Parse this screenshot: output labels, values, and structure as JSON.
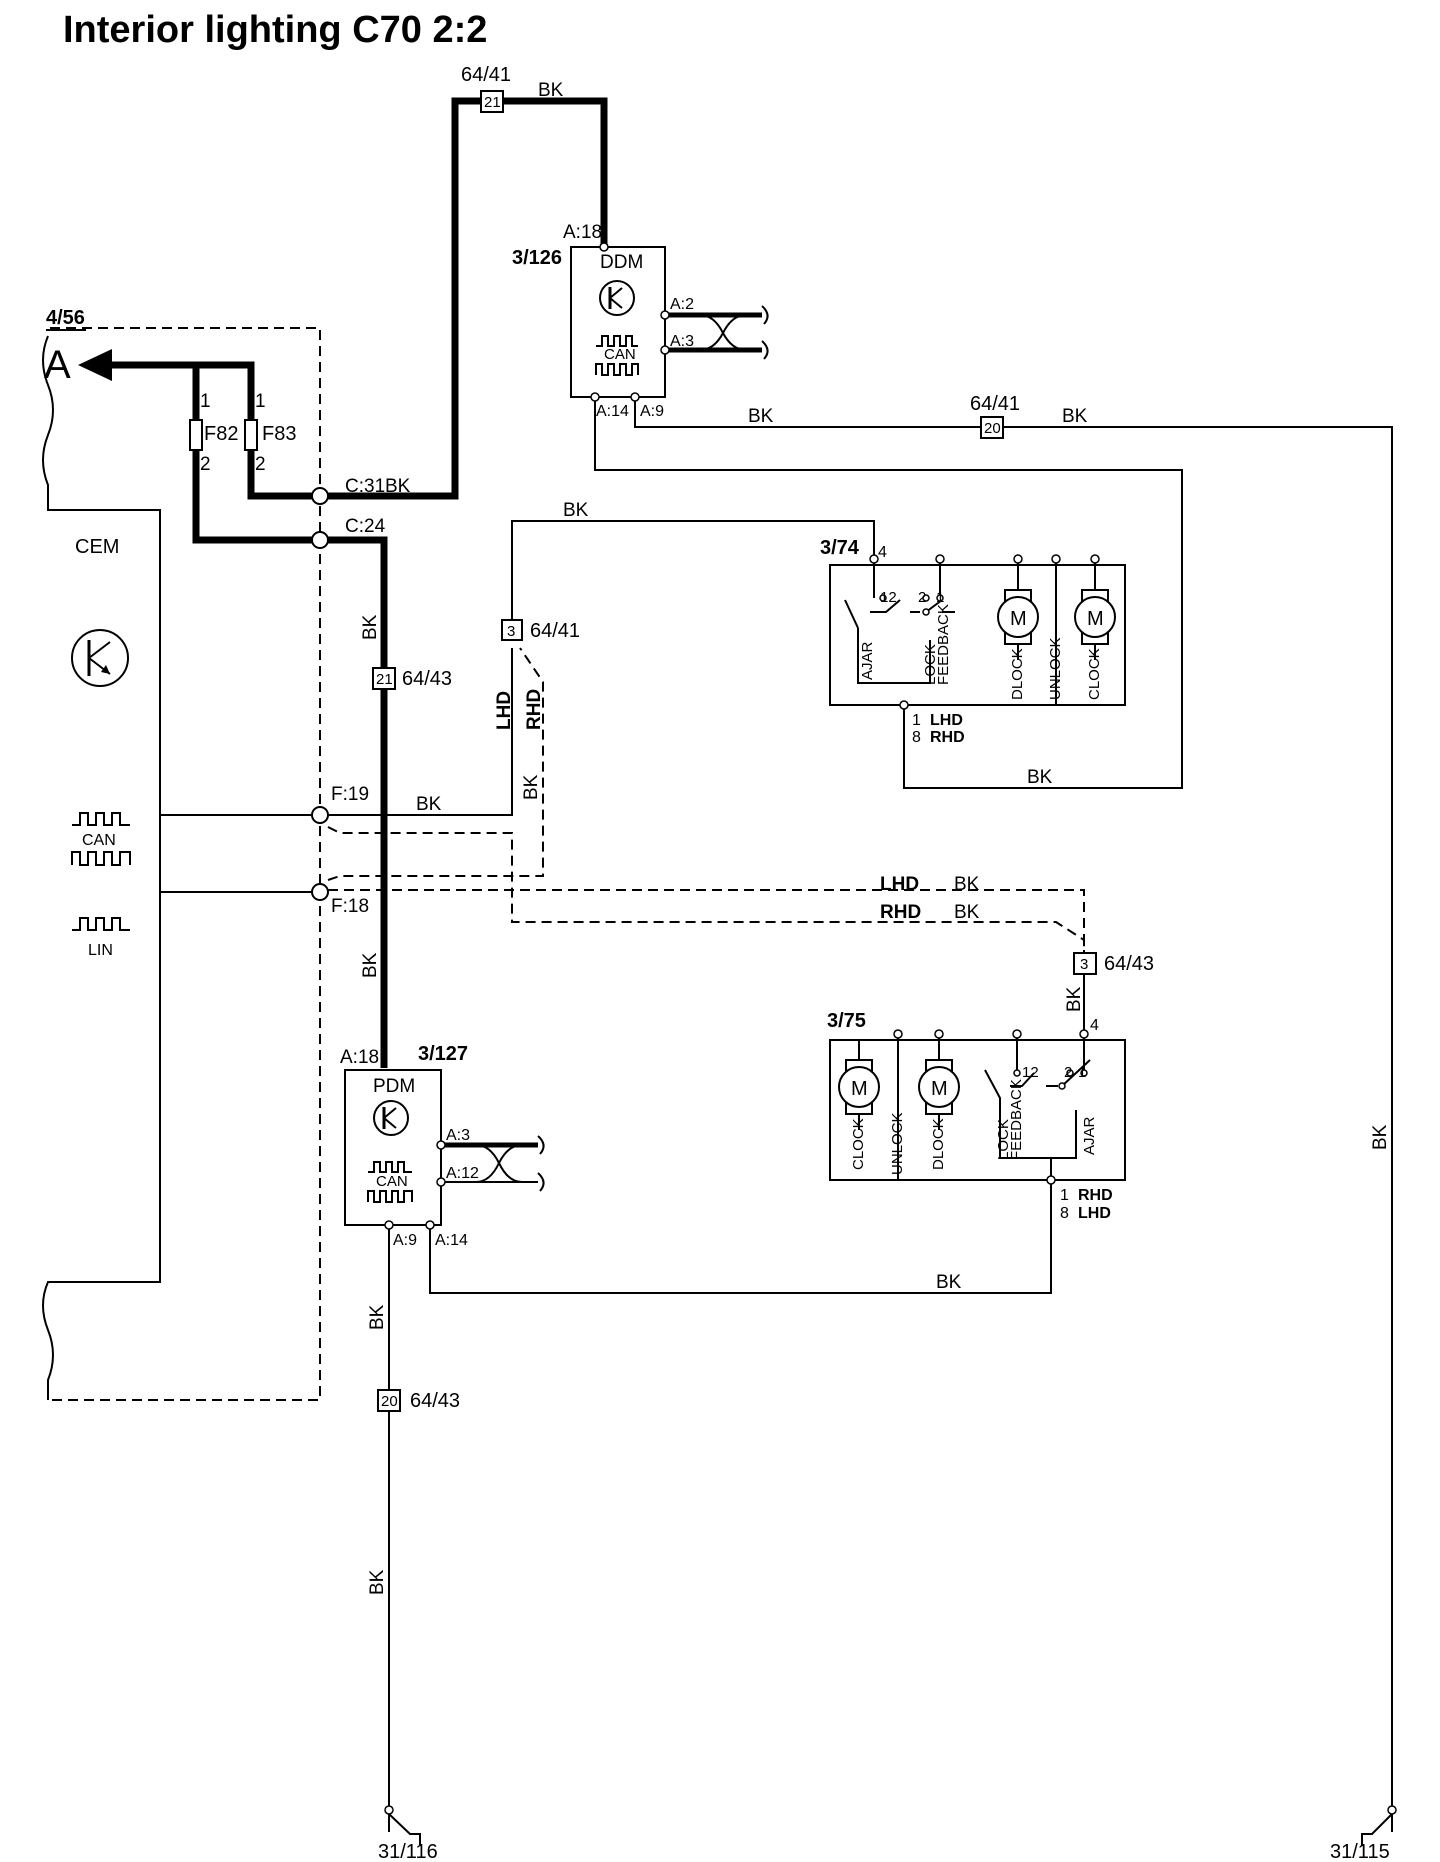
{
  "title": "Interior lighting C70 2:2",
  "color": "BK",
  "components": {
    "cem": {
      "ref": "4/56",
      "name": "CEM",
      "arrow": "A",
      "fuse1": "F82",
      "fuse2": "F83",
      "pins": {
        "c31": "C:31",
        "c24": "C:24",
        "f19": "F:19",
        "f18": "F:18"
      },
      "bus_can": "CAN",
      "bus_lin": "LIN"
    },
    "ddm": {
      "ref": "3/126",
      "name": "DDM",
      "bus": "CAN",
      "pins": {
        "a18": "A:18",
        "a2": "A:2",
        "a3": "A:3",
        "a14": "A:14",
        "a9": "A:9"
      }
    },
    "pdm": {
      "ref": "3/127",
      "name": "PDM",
      "bus": "CAN",
      "pins": {
        "a18": "A:18",
        "a3": "A:3",
        "a12": "A:12",
        "a9": "A:9",
        "a14": "A:14"
      }
    },
    "lock_left": {
      "ref": "3/74",
      "pin_top": "4",
      "labels": {
        "ajar": "AJAR",
        "lock_feedback_1": "LOCK",
        "lock_feedback_2": "FEEDBACK",
        "dlock": "DLOCK",
        "unlock": "UNLOCK",
        "clock": "CLOCK",
        "motor": "M"
      },
      "pin_bottom_1": "1",
      "pin_bottom_1_variant": "LHD",
      "pin_bottom_8": "8",
      "pin_bottom_8_variant": "RHD"
    },
    "lock_right": {
      "ref": "3/75",
      "pin_top": "4",
      "labels": {
        "clock": "CLOCK",
        "unlock": "UNLOCK",
        "dlock": "DLOCK",
        "lock_feedback_1": "LOCK",
        "lock_feedback_2": "FEEDBACK",
        "ajar": "AJAR",
        "motor": "M"
      },
      "pin_bottom_1": "1",
      "pin_bottom_1_variant": "RHD",
      "pin_bottom_8": "8",
      "pin_bottom_8_variant": "LHD"
    }
  },
  "connectors": {
    "c6441_top": {
      "ref": "64/41",
      "pin": "21"
    },
    "c6441_mid": {
      "ref": "64/41",
      "pin": "20"
    },
    "c6441_left": {
      "ref": "64/41",
      "pin": "3"
    },
    "c6443_a": {
      "ref": "64/43",
      "pin": "21"
    },
    "c6443_b": {
      "ref": "64/43",
      "pin": "3"
    },
    "c6443_c": {
      "ref": "64/43",
      "pin": "20"
    }
  },
  "switch_pins": {
    "p1": "1",
    "p2": "2",
    "p12": "12",
    "p2b": "2",
    "p1b": "1"
  },
  "fuse_pins": {
    "p1": "1",
    "p2": "2"
  },
  "variants": {
    "lhd": "LHD",
    "rhd": "RHD"
  },
  "grounds": {
    "left": "31/116",
    "right": "31/115"
  }
}
